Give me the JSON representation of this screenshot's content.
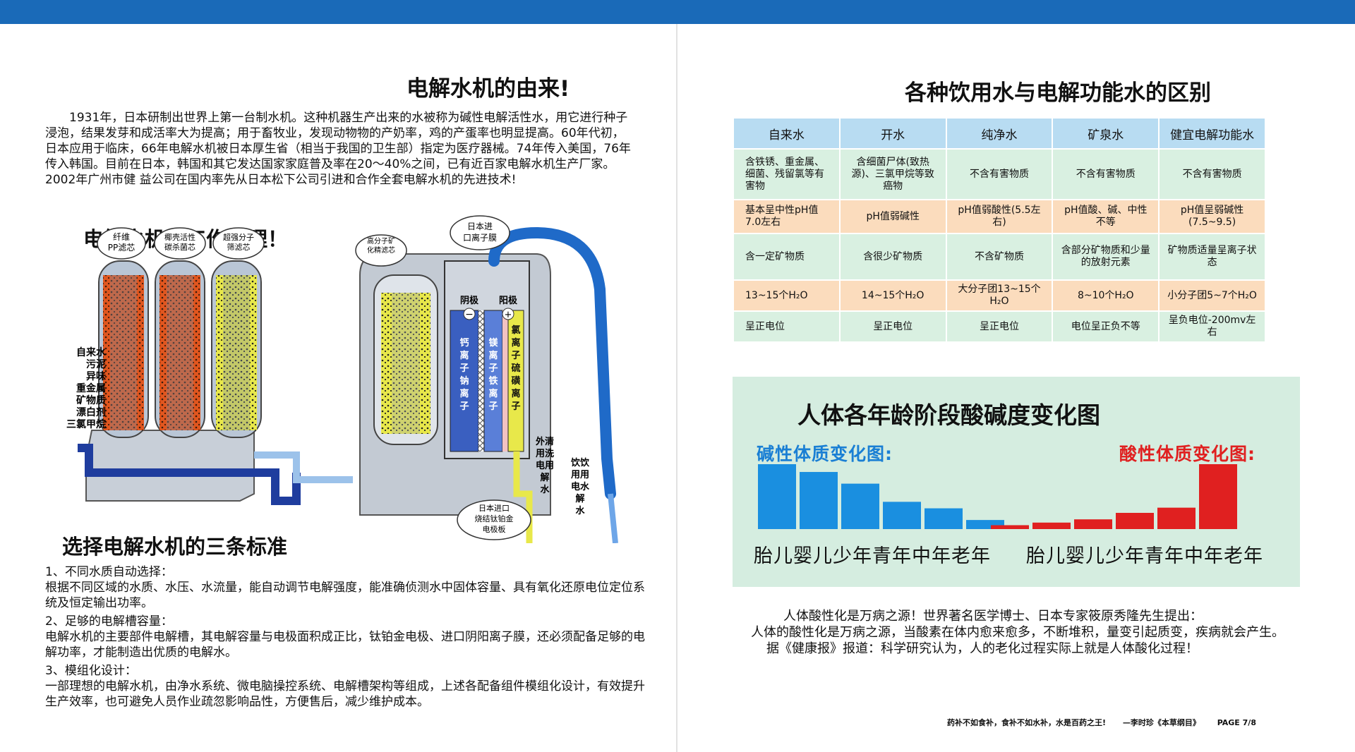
{
  "left": {
    "origin_title": "电解水机的由来!",
    "origin_text": "1931年，日本研制出世界上第一台制水机。这种机器生产出来的水被称为碱性电解活性水，用它进行种子浸泡，结果发芽和成活率大为提高；用于畜牧业，发现动物物的产奶率，鸡的产蛋率也明显提高。60年代初，日本应用于临床，66年电解水机被日本厚生省（相当于我国的卫生部）指定为医疗器械。74年传入美国，76年传入韩国。目前在日本，韩国和其它发达国家家庭普及率在20～40%之间，已有近百家电解水机生产厂家。2002年广州市健 益公司在国内率先从日本松下公司引进和合作全套电解水机的先进技术!",
    "principle_title": "电解水机的工作原理！",
    "diagram": {
      "filter1": "纤维PP滤芯",
      "filter2": "椰壳活性碳杀菌芯",
      "filter3": "超强分子筛滤芯",
      "filter4": "高分子矿化精滤芯",
      "membrane": "日本进口离子膜",
      "cathode": "阴极",
      "anode": "阳极",
      "col_ca": "钙离子钠离子",
      "col_mg": "镁离子铁离子",
      "col_cl": "氯离子硫磺离子",
      "tap_in": [
        "自来水",
        "污泥",
        "异味",
        "重金属",
        "矿物质",
        "漂白剂",
        "三氯甲烷"
      ],
      "wash_water": "外用清洗电解水",
      "drink_water": "饮用电解水",
      "electrode": "日本进口烧结钛铂金电极板"
    },
    "standards_title": "选择电解水机的三条标准",
    "standards": [
      {
        "head": "1、不同水质自动选择：",
        "body": "根据不同区域的水质、水压、水流量，能自动调节电解强度，能准确侦测水中固体容量、具有氧化还原电位定位系统及恒定输出功率。"
      },
      {
        "head": "2、足够的电解槽容量：",
        "body": "电解水机的主要部件电解槽，其电解容量与电极面积成正比，钛铂金电极、进口阴阳离子膜，还必须配备足够的电解功率，才能制造出优质的电解水。"
      },
      {
        "head": "3、模组化设计：",
        "body": "一部理想的电解水机，由净水系统、微电脑操控系统、电解槽架构等组成，上述各配备组件模组化设计，有效提升生产效率，也可避免人员作业疏忽影响品性，方便售后，减少维护成本。"
      }
    ]
  },
  "right": {
    "diff_title": "各种饮用水与电解功能水的区别",
    "table": {
      "headers": [
        "自来水",
        "开水",
        "纯净水",
        "矿泉水",
        "健宜电解功能水"
      ],
      "rows": [
        [
          "含铁锈、重金属、细菌、残留氯等有害物",
          "含细菌尸体(致热源)、三氯甲烷等致癌物",
          "不含有害物质",
          "不含有害物质",
          "不含有害物质"
        ],
        [
          "基本呈中性pH值7.0左右",
          "pH值弱碱性",
          "pH值弱酸性(5.5左右)",
          "pH值酸、碱、中性不等",
          "pH值呈弱碱性(7.5~9.5)"
        ],
        [
          "含一定矿物质",
          "含很少矿物质",
          "不含矿物质",
          "含部分矿物质和少量的放射元素",
          "矿物质适量呈离子状态"
        ],
        [
          "13~15个H₂O",
          "14~15个H₂O",
          "大分子团13~15个H₂O",
          "8~10个H₂O",
          "小分子团5~7个H₂O"
        ],
        [
          "呈正电位",
          "呈正电位",
          "呈正电位",
          "电位呈正负不等",
          "呈负电位-200mv左右"
        ]
      ]
    },
    "chart_title": "人体各年龄阶段酸碱度变化图",
    "chart_data": [
      {
        "type": "bar",
        "title": "碱性体质变化图:",
        "categories": [
          "胎儿",
          "婴儿",
          "少年",
          "青年",
          "中年",
          "老年"
        ],
        "values": [
          1.0,
          0.88,
          0.7,
          0.42,
          0.32,
          0.14
        ],
        "color": "#1a8fe0"
      },
      {
        "type": "bar",
        "title": "酸性体质变化图:",
        "categories": [
          "胎儿",
          "婴儿",
          "少年",
          "青年",
          "中年",
          "老年"
        ],
        "values": [
          0.06,
          0.1,
          0.15,
          0.25,
          0.33,
          1.0
        ],
        "color": "#e02020"
      }
    ],
    "acid_text": {
      "line1": "人体酸性化是万病之源！世界著名医学博士、日本专家筱原秀隆先生提出：",
      "line2": "人体的酸性化是万病之源，当酸素在体内愈来愈多，不断堆积，量变引起质变，疾病就会产生。",
      "line3": "据《健康报》报道：科学研究认为，人的老化过程实际上就是人体酸化过程！"
    },
    "footer": {
      "quote": "药补不如食补，食补不如水补，水是百药之王!",
      "source": "—李时珍《本草纲目》",
      "page": "PAGE 7/8"
    }
  },
  "colors": {
    "top_bar": "#1a6ab8",
    "table_header": "#b8dcf2",
    "row_green": "#d9f0e1",
    "row_orange": "#fbdcbd",
    "chart_bg": "#d5ede0"
  }
}
